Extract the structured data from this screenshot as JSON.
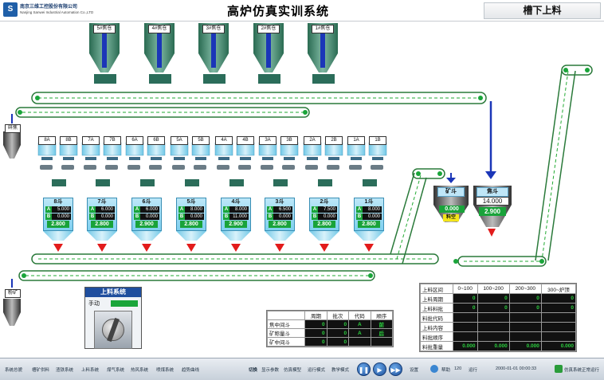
{
  "header": {
    "logo_text": "S",
    "company_cn": "南京三维工控股份有限公司",
    "company_en": "Nanjing Sanwei Industrial Automation Co.,LTD",
    "title": "高炉仿真实训系统",
    "section": "槽下上料"
  },
  "top_bins": [
    {
      "label": "5#焦仓"
    },
    {
      "label": "4#焦仓"
    },
    {
      "label": "3#焦仓"
    },
    {
      "label": "2#焦仓"
    },
    {
      "label": "1#焦仓"
    }
  ],
  "side_bins": {
    "coke": "碎焦",
    "ore": "粉矿"
  },
  "ore_bins": [
    "8A",
    "8B",
    "7A",
    "7B",
    "6A",
    "6B",
    "5A",
    "5B",
    "4A",
    "4B",
    "3A",
    "3B",
    "2A",
    "2B",
    "1A",
    "1B"
  ],
  "weigh_hoppers": [
    {
      "name": "8斗",
      "a": "5.000",
      "b": "0.000",
      "total": "2.800"
    },
    {
      "name": "7斗",
      "a": "6.000",
      "b": "0.000",
      "total": "2.800"
    },
    {
      "name": "6斗",
      "a": "6.000",
      "b": "0.000",
      "total": "2.900"
    },
    {
      "name": "5斗",
      "a": "8.000",
      "b": "0.000",
      "total": "2.800"
    },
    {
      "name": "4斗",
      "a": "8.000",
      "b": "11.000",
      "total": "2.900"
    },
    {
      "name": "3斗",
      "a": "6.500",
      "b": "0.000",
      "total": "2.800"
    },
    {
      "name": "2斗",
      "a": "7.500",
      "b": "0.000",
      "total": "2.800"
    },
    {
      "name": "1斗",
      "a": "8.000",
      "b": "0.000",
      "total": "2.800"
    }
  ],
  "letters": {
    "a": "A",
    "b": "B"
  },
  "ore_hopper": {
    "label": "矿斗",
    "value": "0.000",
    "status": "料空"
  },
  "coke_hopper": {
    "label": "焦斗",
    "value": "14.000",
    "total": "2.900"
  },
  "feed_system": {
    "title": "上料系统",
    "mode": "手动"
  },
  "gate_table": {
    "headers": [
      "",
      "周期",
      "批次",
      "代码",
      "顺序"
    ],
    "rows": [
      [
        "焦中间斗",
        "0",
        "0",
        "A",
        "前"
      ],
      [
        "矿称量斗",
        "0",
        "0",
        "A",
        "后"
      ],
      [
        "矿中间斗",
        "0",
        "0",
        "",
        ""
      ]
    ]
  },
  "stats_table": {
    "headers": [
      "上料区间",
      "0~100",
      "100~200",
      "200~300",
      "300~炉顶"
    ],
    "rows": [
      [
        "上料周期",
        "0",
        "0",
        "0",
        "0"
      ],
      [
        "上料料批",
        "0",
        "0",
        "0",
        "0"
      ],
      [
        "料批代码",
        "",
        "",
        "",
        ""
      ],
      [
        "上料内容",
        "",
        "",
        "",
        ""
      ],
      [
        "料批顺序",
        "",
        "",
        "",
        ""
      ],
      [
        "料批重量",
        "0.000",
        "0.000",
        "0.000",
        "0.000"
      ]
    ]
  },
  "bottom_bar": {
    "menus": [
      "系统总貌",
      "槽矿供料",
      "渣铁系统",
      "上料系统",
      "煤气系统",
      "热风系统",
      "喷煤系统",
      "趋势曲线"
    ],
    "switch_label": "切换",
    "tools": [
      "显示参数",
      "仿真模型",
      "运行模式",
      "教学模式"
    ],
    "settings": "设置",
    "help": "帮助",
    "time_label": "120",
    "run_state": "运行",
    "datetime": "2000-01-01 00:00:33",
    "status": "仿真系统正常运行"
  }
}
